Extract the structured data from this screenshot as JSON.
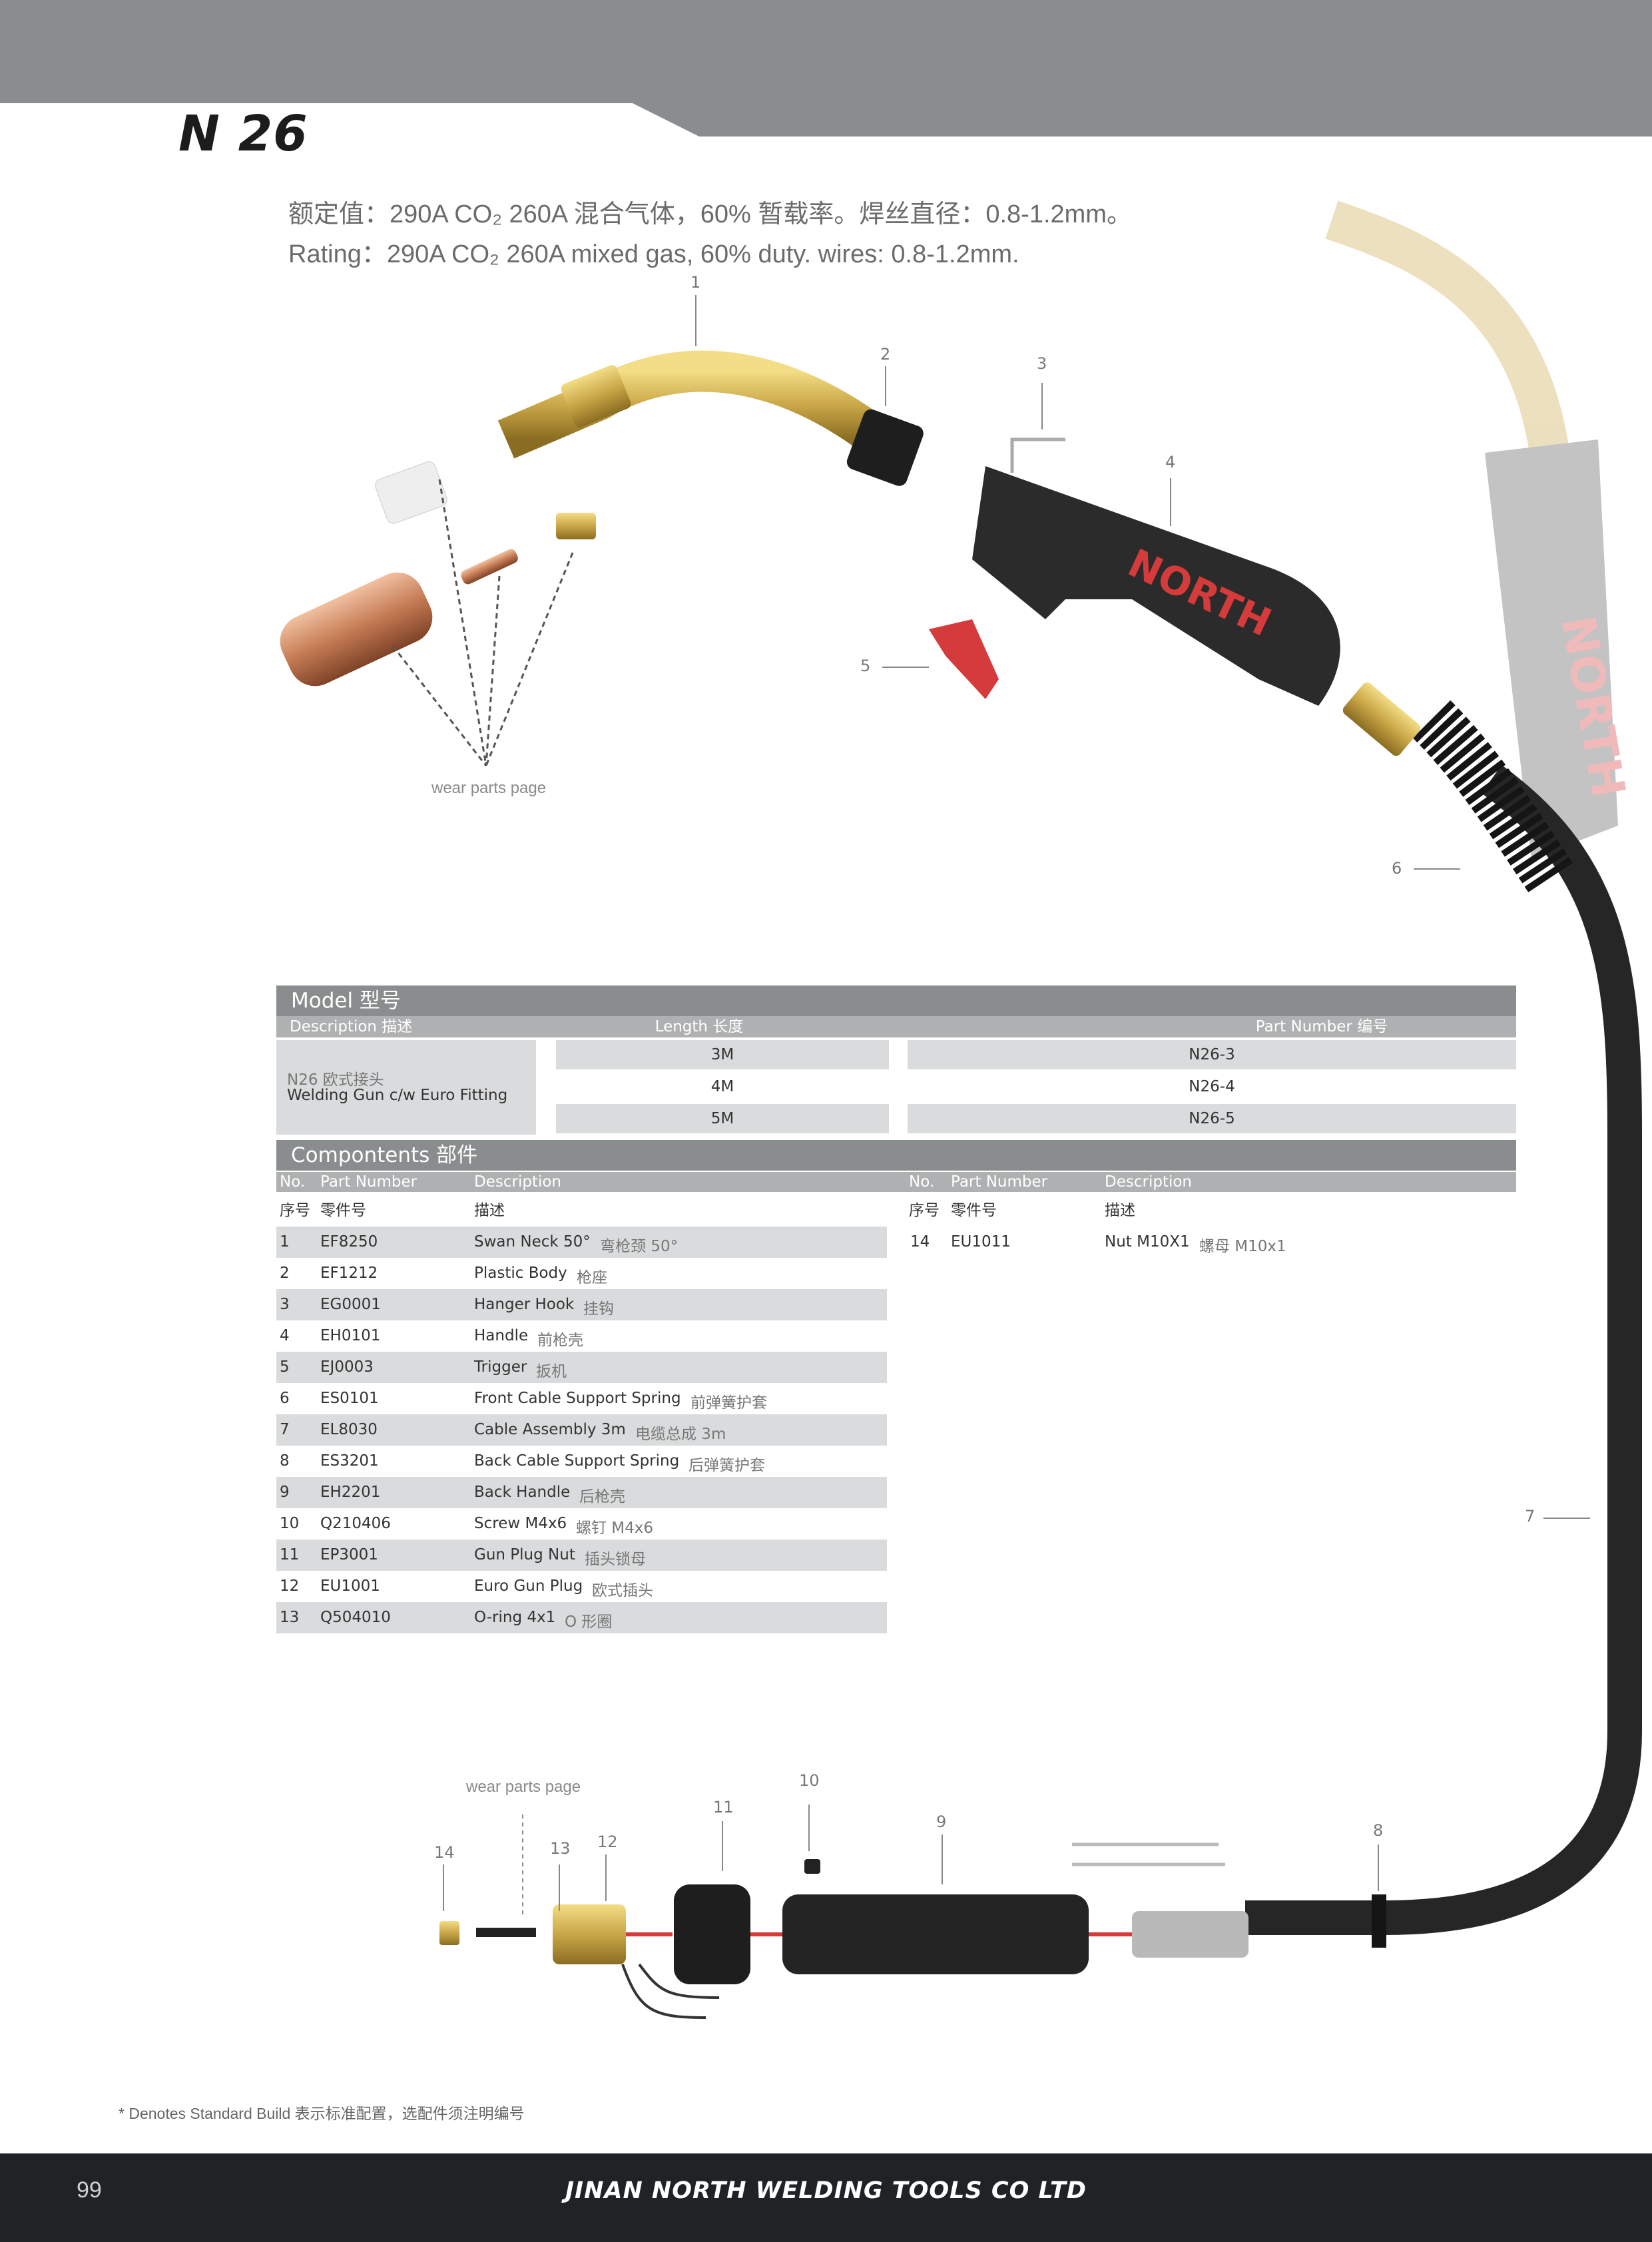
{
  "header": {
    "model_title": "N 26",
    "rating_cn": "额定值：290A CO₂  260A 混合气体，60% 暂载率。焊丝直径：0.8-1.2mm。",
    "rating_en": "Rating：290A CO₂  260A mixed gas, 60% duty. wires: 0.8-1.2mm."
  },
  "diagram": {
    "callouts": [
      "1",
      "2",
      "3",
      "4",
      "5",
      "6",
      "7",
      "8",
      "9",
      "10",
      "11",
      "12",
      "13",
      "14"
    ],
    "wear_parts_label_top": "wear parts page",
    "wear_parts_label_bottom": "wear parts page",
    "handle_brand": "NORTH",
    "ghost_brand": "NORTH",
    "colors": {
      "brass": "#c9a646",
      "handle": "#2b2b2b",
      "brand_red": "#d63b3b",
      "copper": "#c47a52",
      "cable": "#262626"
    }
  },
  "model_table": {
    "title": "Model 型号",
    "headers": {
      "description": "Description 描述",
      "length": "Length 长度",
      "part_number": "Part Number 编号"
    },
    "description_cn": "N26 欧式接头",
    "description_en": "Welding Gun c/w Euro Fitting",
    "rows": [
      {
        "length": "3M",
        "part": "N26-3"
      },
      {
        "length": "4M",
        "part": "N26-4"
      },
      {
        "length": "5M",
        "part": "N26-5"
      }
    ]
  },
  "components": {
    "title": "Compontents 部件",
    "headers_en": {
      "no": "No.",
      "part": "Part Number",
      "desc": "Description"
    },
    "headers_cn": {
      "no": "序号",
      "part": "零件号",
      "desc": "描述"
    },
    "left_rows": [
      {
        "no": "1",
        "part": "EF8250",
        "desc": "Swan Neck 50°",
        "cn": "弯枪颈 50°"
      },
      {
        "no": "2",
        "part": "EF1212",
        "desc": "Plastic Body",
        "cn": "枪座"
      },
      {
        "no": "3",
        "part": "EG0001",
        "desc": "Hanger Hook",
        "cn": "挂钩"
      },
      {
        "no": "4",
        "part": "EH0101",
        "desc": "Handle",
        "cn": "前枪壳"
      },
      {
        "no": "5",
        "part": "EJ0003",
        "desc": "Trigger",
        "cn": "扳机"
      },
      {
        "no": "6",
        "part": "ES0101",
        "desc": "Front Cable Support Spring",
        "cn": "前弹簧护套"
      },
      {
        "no": "7",
        "part": "EL8030",
        "desc": "Cable Assembly  3m",
        "cn": "电缆总成 3m"
      },
      {
        "no": "8",
        "part": "ES3201",
        "desc": "Back Cable Support Spring",
        "cn": "后弹簧护套"
      },
      {
        "no": "9",
        "part": "EH2201",
        "desc": "Back Handle",
        "cn": "后枪壳"
      },
      {
        "no": "10",
        "part": "Q210406",
        "desc": "Screw M4x6",
        "cn": "螺钉 M4x6"
      },
      {
        "no": "11",
        "part": "EP3001",
        "desc": "Gun Plug Nut",
        "cn": "插头锁母"
      },
      {
        "no": "12",
        "part": "EU1001",
        "desc": "Euro Gun Plug",
        "cn": "欧式插头"
      },
      {
        "no": "13",
        "part": "Q504010",
        "desc": "O-ring 4x1",
        "cn": "O 形圈"
      }
    ],
    "right_rows": [
      {
        "no": "14",
        "part": "EU1011",
        "desc": "Nut M10X1",
        "cn": "螺母 M10x1"
      }
    ]
  },
  "footnote": "* Denotes Standard Build 表示标准配置，选配件须注明编号",
  "footer": {
    "page_number": "99",
    "company": "JINAN NORTH WELDING TOOLS CO LTD"
  }
}
